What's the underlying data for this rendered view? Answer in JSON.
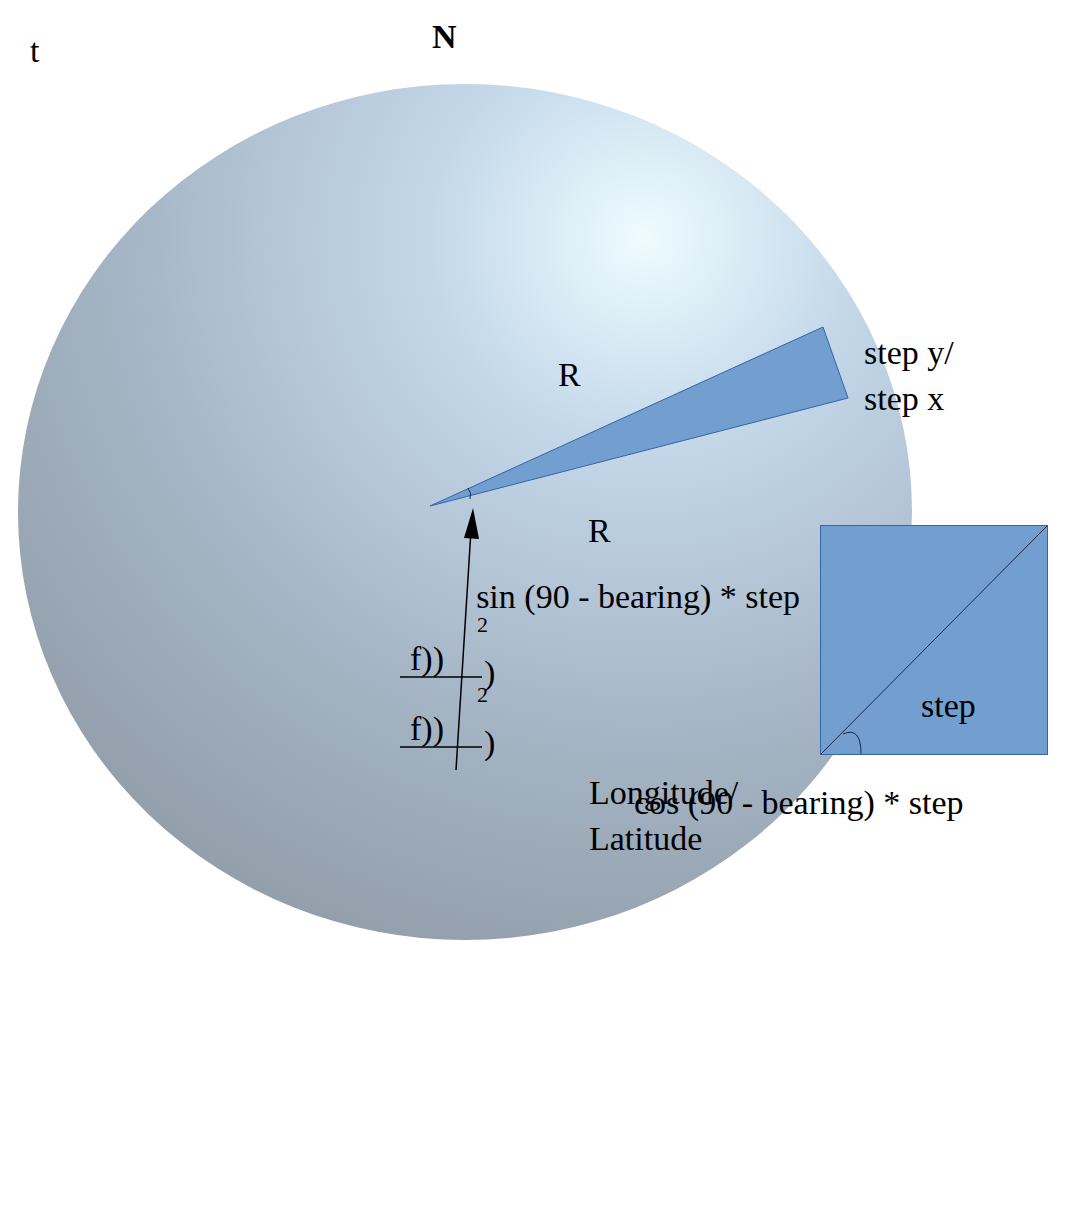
{
  "diagram": {
    "nodes": [
      {
        "text": [
          "step"
        ]
      }
    ],
    "labels": [
      "t",
      "N",
      "R",
      "R",
      "step y/ step x",
      "Longitude/ Latitude",
      "f))",
      "2",
      ")",
      "f))",
      "2",
      ")",
      "sin (90 - bearing) * step",
      "cos (90 - bearing) * step"
    ]
  }
}
